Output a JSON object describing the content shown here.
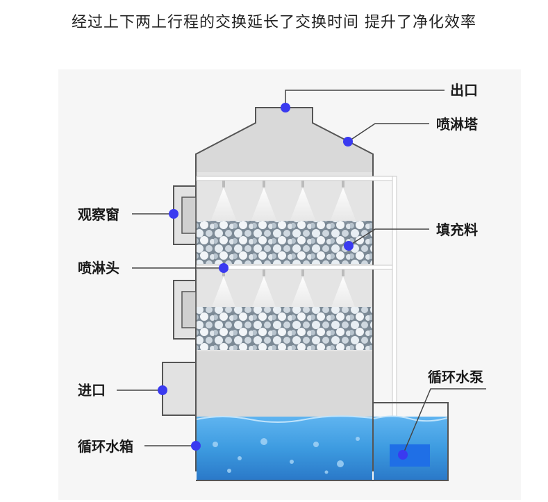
{
  "headline": "经过上下两上行程的交换延长了交换时间 提升了净化效率",
  "labels": {
    "outlet": "出口",
    "tower": "喷淋塔",
    "window": "观察窗",
    "packing": "填充料",
    "nozzle": "喷淋头",
    "inlet": "进口",
    "pump": "循环水泵",
    "tank": "循环水箱"
  },
  "colors": {
    "marker": "#3a3af0",
    "tower_outline": "#555555",
    "tower_fill": "#d9d9d9",
    "water": "#3d9be0",
    "pump": "#1f6fe6"
  }
}
